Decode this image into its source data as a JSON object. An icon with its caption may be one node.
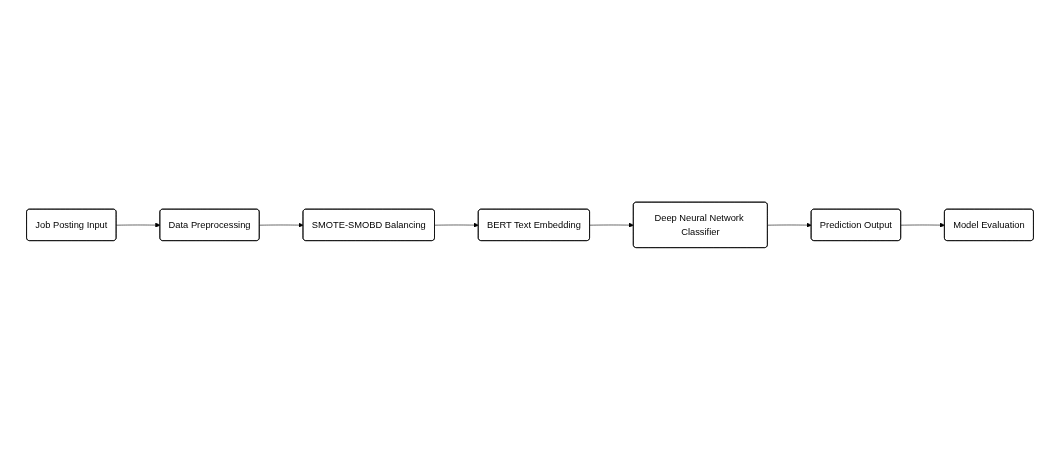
{
  "diagram": {
    "nodes": [
      {
        "text": [
          "Job Posting Input"
        ]
      },
      {
        "text": [
          "Data Preprocessing"
        ]
      },
      {
        "text": [
          "SMOTE-SMOBD Balancing"
        ]
      },
      {
        "text": [
          "BERT Text Embedding"
        ]
      },
      {
        "text": [
          "Deep Neural Network Classifier"
        ]
      },
      {
        "text": [
          "Prediction Output"
        ]
      },
      {
        "text": [
          "Model Evaluation"
        ]
      }
    ],
    "edges": [
      {
        "from": 0,
        "to": 1,
        "arrow": "to"
      },
      {
        "from": 1,
        "to": 2,
        "arrow": "to"
      },
      {
        "from": 2,
        "to": 3,
        "arrow": "to"
      },
      {
        "from": 3,
        "to": 4,
        "arrow": "to"
      },
      {
        "from": 4,
        "to": 5,
        "arrow": "to"
      },
      {
        "from": 5,
        "to": 6,
        "arrow": "to"
      }
    ]
  }
}
